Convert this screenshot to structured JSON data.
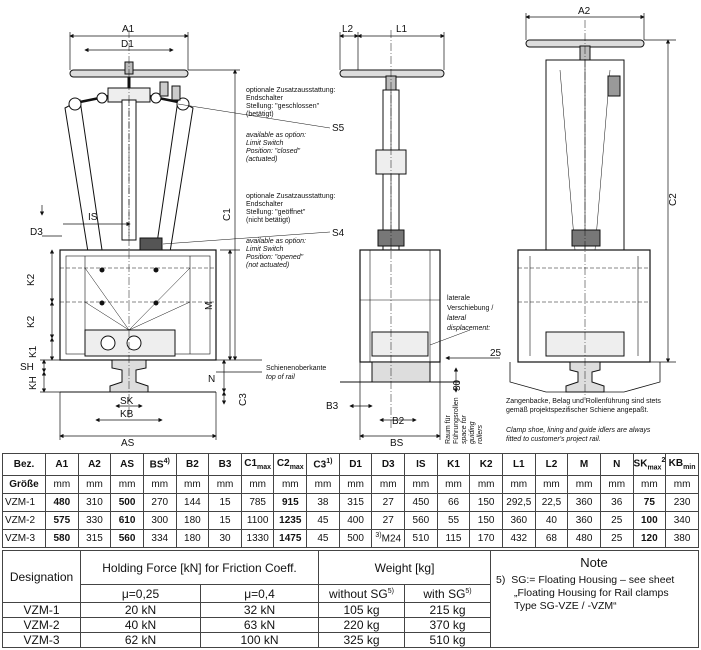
{
  "drawing": {
    "front_view": {
      "dims": [
        "A1",
        "D1",
        "IS",
        "D3",
        "K2",
        "K2",
        "K1",
        "SH",
        "KH",
        "SK",
        "KB",
        "AS",
        "C1",
        "M",
        "N",
        "C3"
      ]
    },
    "side_view": {
      "dims": [
        "L2",
        "L1",
        "B3",
        "B2",
        "BS",
        "25",
        "30"
      ]
    },
    "end_view": {
      "dims": [
        "A2",
        "C2"
      ]
    },
    "markers": {
      "s5": "S5",
      "s4": "S4"
    },
    "annotations": {
      "s5_de": [
        "optionale Zusatzausstattung:",
        "Endschalter",
        "Stellung: \"geschlossen\"",
        "(betätigt)"
      ],
      "s5_en": [
        "available as option:",
        "Limit Switch",
        "Position: \"closed\"",
        "(actuated)"
      ],
      "s4_de": [
        "optionale Zusatzausstattung:",
        "Endschalter",
        "Stellung: \"geöffnet\"",
        "(nicht betätigt)"
      ],
      "s4_en": [
        "available as option:",
        "Limit Switch",
        "Position: \"opened\"",
        "(not actuated)"
      ],
      "rail_top": [
        "Schienenoberkante",
        "top of rail"
      ],
      "lateral": [
        "laterale",
        "Verschiebung /",
        "lateral",
        "displacement:"
      ],
      "guide_space": [
        "Raum für",
        "Führungsrollen",
        "space for",
        "guiding",
        "rollers"
      ],
      "clamp_de": [
        "Zangenbacke, Belag und Rollenführung sind stets",
        "gemäß projektspezifischer Schiene angepaßt."
      ],
      "clamp_en": [
        "Clamp shoe, lining and guide idlers are always",
        "fitted to customer's project rail."
      ]
    }
  },
  "dims_table": {
    "row_label": "Bez.",
    "row_label_2": "Größe",
    "headers": [
      "A1",
      "A2",
      "AS",
      "BS",
      "B2",
      "B3",
      "C1",
      "C2",
      "C3",
      "D1",
      "D3",
      "IS",
      "K1",
      "K2",
      "L1",
      "L2",
      "M",
      "N",
      "SK",
      "KB"
    ],
    "header_sup": {
      "BS": "4)",
      "C3": "1)",
      "SK": "2)"
    },
    "header_sub": {
      "C1": "max",
      "C2": "max",
      "SK": "max",
      "KB": "min"
    },
    "units": [
      "mm",
      "mm",
      "mm",
      "mm",
      "mm",
      "mm",
      "mm",
      "mm",
      "mm",
      "mm",
      "mm",
      "mm",
      "mm",
      "mm",
      "mm",
      "mm",
      "mm",
      "mm",
      "mm",
      "mm"
    ],
    "rows": [
      {
        "name": "VZM-1",
        "values": [
          "480",
          "310",
          "500",
          "270",
          "144",
          "15",
          "785",
          "915",
          "38",
          "315",
          "27",
          "450",
          "66",
          "150",
          "292,5",
          "22,5",
          "360",
          "36",
          "75",
          "230"
        ]
      },
      {
        "name": "VZM-2",
        "values": [
          "575",
          "330",
          "610",
          "300",
          "180",
          "15",
          "1100",
          "1235",
          "45",
          "400",
          "27",
          "560",
          "55",
          "150",
          "360",
          "40",
          "360",
          "25",
          "100",
          "340"
        ]
      },
      {
        "name": "VZM-3",
        "values": [
          "580",
          "315",
          "560",
          "334",
          "180",
          "30",
          "1330",
          "1475",
          "45",
          "500",
          "M24",
          "510",
          "115",
          "170",
          "432",
          "68",
          "480",
          "25",
          "120",
          "380"
        ]
      }
    ],
    "d3_row3_sup": "3)"
  },
  "force_table": {
    "designation": "Designation",
    "holding_force": "Holding Force [kN] for Friction Coeff.",
    "mu1": "μ=0,25",
    "mu2": "μ=0,4",
    "weight": "Weight [kg]",
    "without_sg": "without SG",
    "with_sg": "with SG",
    "sg_sup": "5)",
    "rows": [
      {
        "name": "VZM-1",
        "f1": "20 kN",
        "f2": "32 kN",
        "w1": "105 kg",
        "w2": "215 kg"
      },
      {
        "name": "VZM-2",
        "f1": "40 kN",
        "f2": "63 kN",
        "w1": "220 kg",
        "w2": "370 kg"
      },
      {
        "name": "VZM-3",
        "f1": "62 kN",
        "f2": "100 kN",
        "w1": "325 kg",
        "w2": "510 kg"
      }
    ]
  },
  "note": {
    "title": "Note",
    "ref": "5)",
    "lines": [
      "SG:= Floating Housing – see sheet",
      "„Floating Housing for Rail clamps",
      "Type SG-VZE / -VZM“"
    ]
  }
}
